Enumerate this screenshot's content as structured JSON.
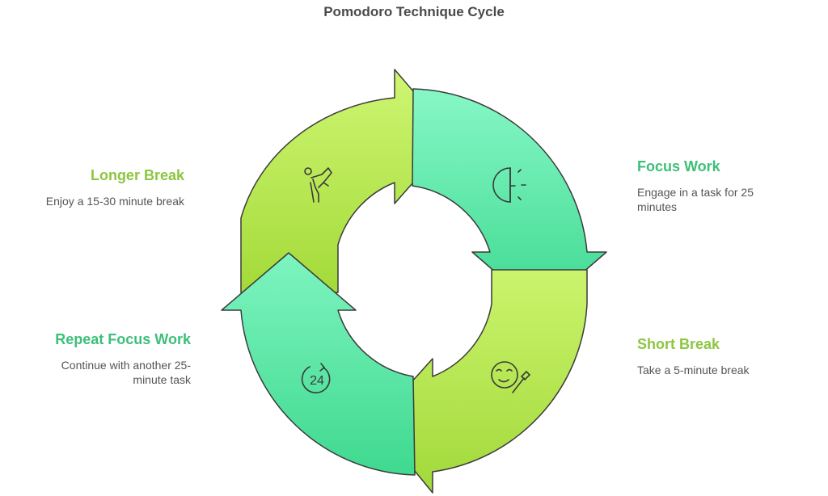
{
  "title": "Pomodoro Technique Cycle",
  "colors": {
    "lime_accent": "#8cc63f",
    "green_accent": "#3dbf79",
    "lime_fill_light": "#c8f26b",
    "lime_fill_dark": "#a6dc3c",
    "green_fill_light": "#7df4bd",
    "green_fill_dark": "#3ed990",
    "outline": "#3a3a3a"
  },
  "steps": [
    {
      "heading": "Focus Work",
      "description": "Engage in a task for 25 minutes",
      "icon": "timer-icon",
      "color": "green"
    },
    {
      "heading": "Short Break",
      "description": "Take a 5-minute break",
      "icon": "relax-face-icon",
      "color": "lime"
    },
    {
      "heading": "Repeat Focus Work",
      "description": "Continue with another 25-minute task",
      "icon": "repeat-24-icon",
      "icon_text": "24",
      "color": "green"
    },
    {
      "heading": "Longer Break",
      "description": "Enjoy a 15-30 minute break",
      "icon": "stretching-person-icon",
      "color": "lime"
    }
  ]
}
